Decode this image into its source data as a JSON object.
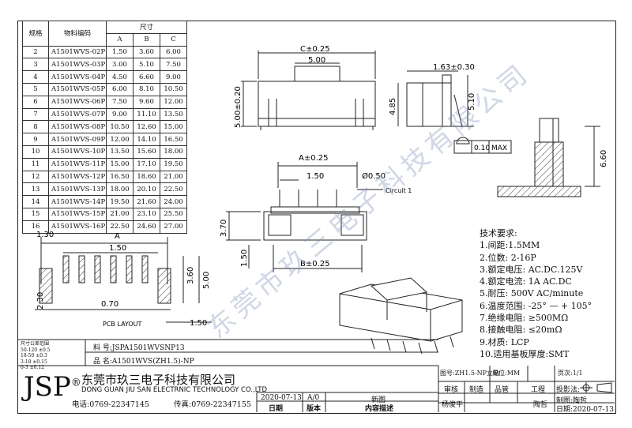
{
  "spec_table": {
    "headers": {
      "spec": "规格",
      "part_no": "物料编码",
      "dims": "尺寸",
      "a": "A",
      "b": "B",
      "c": "C"
    },
    "rows": [
      {
        "spec": "2",
        "part": "A1501WVS-02P",
        "a": "1.50",
        "b": "3.60",
        "c": "6.00"
      },
      {
        "spec": "3",
        "part": "A1501WVS-03P",
        "a": "3.00",
        "b": "5.10",
        "c": "7.50"
      },
      {
        "spec": "4",
        "part": "A1501WVS-04P",
        "a": "4.50",
        "b": "6.60",
        "c": "9.00"
      },
      {
        "spec": "5",
        "part": "A1501WVS-05P",
        "a": "6.00",
        "b": "8.10",
        "c": "10.50"
      },
      {
        "spec": "6",
        "part": "A1501WVS-06P",
        "a": "7.50",
        "b": "9.60",
        "c": "12.00"
      },
      {
        "spec": "7",
        "part": "A1501WVS-07P",
        "a": "9.00",
        "b": "11.10",
        "c": "13.50"
      },
      {
        "spec": "8",
        "part": "A1501WVS-08P",
        "a": "10.50",
        "b": "12.60",
        "c": "15.00"
      },
      {
        "spec": "9",
        "part": "A1501WVS-09P",
        "a": "12.00",
        "b": "14.10",
        "c": "16.50"
      },
      {
        "spec": "10",
        "part": "A1501WVS-10P",
        "a": "13.50",
        "b": "15.60",
        "c": "18.00"
      },
      {
        "spec": "11",
        "part": "A1501WVS-11P",
        "a": "15.00",
        "b": "17.10",
        "c": "19.50"
      },
      {
        "spec": "12",
        "part": "A1501WVS-12P",
        "a": "16.50",
        "b": "18.60",
        "c": "21.00"
      },
      {
        "spec": "13",
        "part": "A1501WVS-13P",
        "a": "18.00",
        "b": "20.10",
        "c": "22.50"
      },
      {
        "spec": "14",
        "part": "A1501WVS-14P",
        "a": "19.50",
        "b": "21.60",
        "c": "24.00"
      },
      {
        "spec": "15",
        "part": "A1501WVS-15P",
        "a": "21.00",
        "b": "23.10",
        "c": "25.50"
      },
      {
        "spec": "16",
        "part": "A1501WVS-16P",
        "a": "22.50",
        "b": "24.60",
        "c": "27.00"
      }
    ]
  },
  "dims": {
    "c_tol": "C±0.25",
    "top_5": "5.00",
    "side_5_020": "5.00±0.20",
    "d_163": "1.63±0.30",
    "d_485": "4.85",
    "d_510": "5.10",
    "flat_010": "0.10",
    "flat_max": "MAX",
    "d_660": "6.60",
    "a_tol": "A±0.25",
    "pitch_150": "1.50",
    "hole": "Ø0.50",
    "circuit": "Circuit 1",
    "d_370": "3.70",
    "d_150v": "1.50",
    "b_tol": "B±0.25",
    "pcb_130": "1.30",
    "pcb_a": "A",
    "pcb_150": "1.50",
    "pcb_360": "3.60",
    "pcb_500": "5.00",
    "pcb_230": "2.30",
    "pcb_070": "0.70",
    "pcb_150b": "1.50",
    "pcb_layout": "PCB LAYOUT"
  },
  "requirements": {
    "title": "技术要求:",
    "items": [
      "1.间距:1.5MM",
      "2.位数: 2-16P",
      "3.额定电压:  AC.DC.125V",
      "4.额定电流:  1A AC.DC",
      "5.耐压:  500V AC/minute",
      "6.温度范围: -25° — + 105°",
      "7.绝缘电阻: ≥500MΩ",
      "8.接触电阻: ≤20mΩ",
      "9.材质: LCP",
      "10.适用基板厚度:SMT"
    ]
  },
  "tolerance": {
    "title": "尺寸公差范围",
    "rows": [
      "50-120 ±0.5",
      "18-50 ±0.3",
      "3-18 ±0.15",
      "0-3 ±0.12"
    ]
  },
  "title_block": {
    "material_label": "料 号:JSPA1501WVSNP13",
    "product_label": "品 名:A1501WVS(ZH1.5)-NP",
    "logo": "JSP",
    "reg": "®",
    "company_cn": "东莞市玖三电子科技有限公司",
    "company_en": "DONG GUAN JIU SAN ELECTRNIC TECHNOLOGY CO.,LTD",
    "phone": "电话:0769-22347145",
    "fax": "传真:0769-22347155",
    "rev_date": "2020-07-13",
    "rev": "A/0",
    "rev_desc": "新图",
    "col_date": "日期",
    "col_version": "版本",
    "col_desc": "内容描述",
    "drawing_no": "图号:ZH1.5-NP立贴",
    "unit": "单位:MM",
    "page": "页次:1/1",
    "review": "审核",
    "make": "制造",
    "quality": "品管",
    "eng": "工程",
    "projection": "投影法:",
    "reviewer": "杨俊平",
    "engineer": "陶哲",
    "drafter": "制图:陶哲",
    "date": "日期:2020-07-13"
  },
  "watermark": "东莞市玖三电子科技有限公司"
}
